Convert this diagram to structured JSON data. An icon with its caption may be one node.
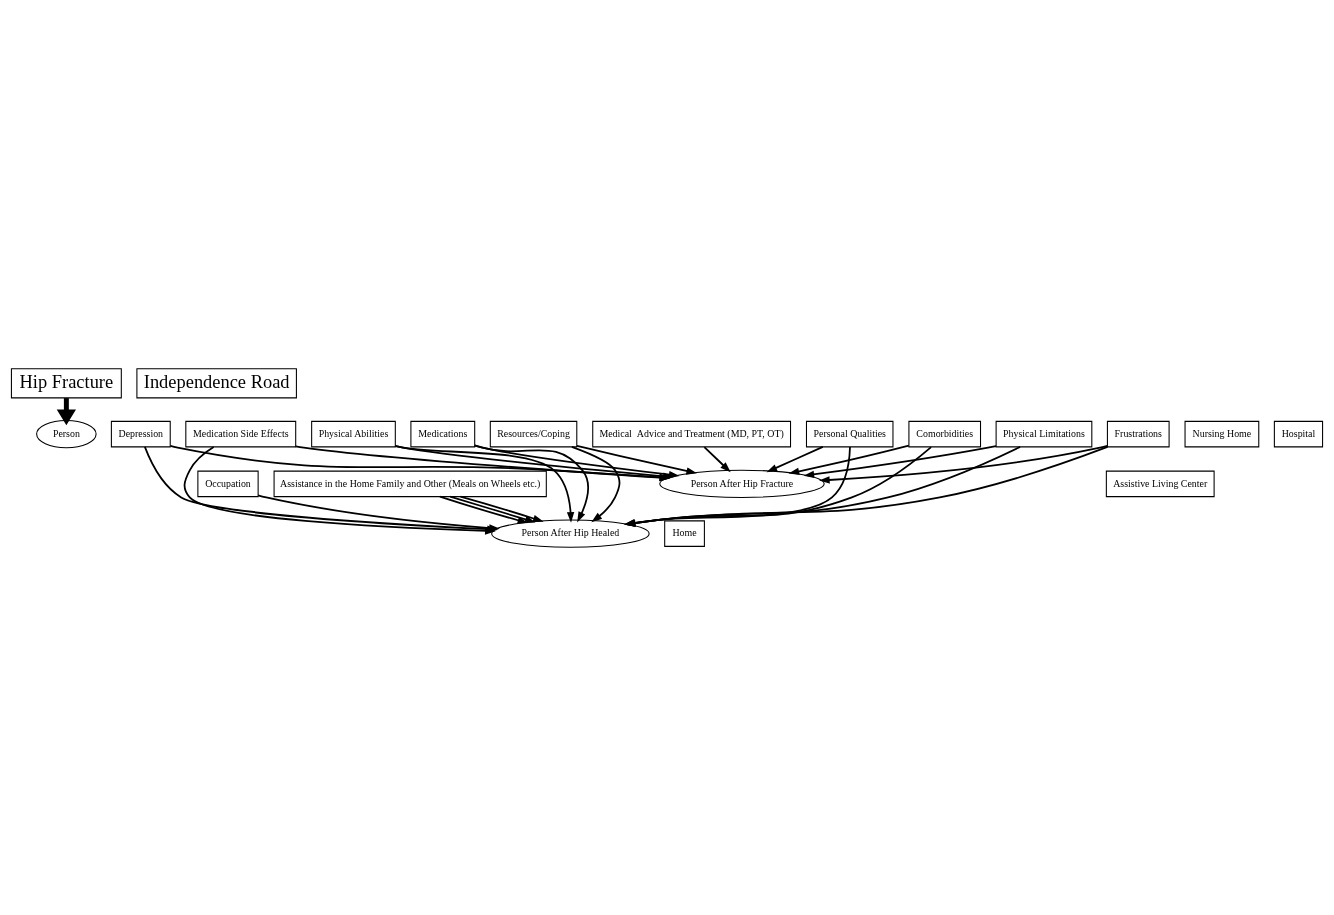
{
  "diagram": {
    "nodes": [
      {
        "text": [
          "Hip Fracture"
        ]
      },
      {
        "text": [
          "Comorbidities"
        ]
      },
      {
        "text": [
          "Physical Limitations"
        ]
      },
      {
        "text": [
          "Frustrations"
        ]
      },
      {
        "text": [
          "Independence Road"
        ]
      },
      {
        "text": [
          "Depression"
        ]
      },
      {
        "text": [
          "Medication Side Effects"
        ]
      },
      {
        "text": [
          "Person After Hip Healed"
        ]
      },
      {
        "text": [
          "Home"
        ]
      },
      {
        "text": [
          "Assistive Living Center"
        ]
      },
      {
        "text": [
          "Person After Hip Fracture"
        ]
      },
      {
        "text": [
          "Occupation"
        ]
      },
      {
        "text": [
          "Assistance in the Home Family and Other (Meals on Wheels etc.)"
        ]
      },
      {
        "text": [
          "Nursing Home"
        ]
      },
      {
        "text": [
          "Physical Abilities"
        ]
      },
      {
        "text": [
          "Person"
        ]
      },
      {
        "text": [
          "Medical  Advice and Treatment (MD, PT, OT)"
        ]
      },
      {
        "text": [
          "Medications"
        ]
      },
      {
        "text": [
          "Hospital"
        ]
      },
      {
        "text": [
          "Resources/Coping"
        ]
      },
      {
        "text": [
          "Personal Qualities"
        ]
      }
    ],
    "edges": [
      {
        "from": 0,
        "to": 15,
        "arrow": "to",
        "style": "thick"
      },
      {
        "from": 1,
        "to": 10,
        "arrow": "to"
      },
      {
        "from": 1,
        "to": 7,
        "arrow": "to"
      },
      {
        "from": 2,
        "to": 10,
        "arrow": "to"
      },
      {
        "from": 2,
        "to": 7,
        "arrow": "to"
      },
      {
        "from": 3,
        "to": 10,
        "arrow": "to"
      },
      {
        "from": 3,
        "to": 7,
        "arrow": "to"
      },
      {
        "from": 5,
        "to": 10,
        "arrow": "to"
      },
      {
        "from": 5,
        "to": 7,
        "arrow": "to"
      },
      {
        "from": 6,
        "to": 10,
        "arrow": "to"
      },
      {
        "from": 6,
        "to": 7,
        "arrow": "to"
      },
      {
        "from": 11,
        "to": 7,
        "arrow": "to"
      },
      {
        "from": 14,
        "to": 7,
        "arrow": "to"
      },
      {
        "from": 14,
        "to": 10,
        "arrow": "to"
      },
      {
        "from": 12,
        "to": 7,
        "arrow": "to"
      },
      {
        "from": 12,
        "to": 7,
        "arrow": "to"
      },
      {
        "from": 12,
        "to": 7,
        "arrow": "to"
      },
      {
        "from": 16,
        "to": 10,
        "arrow": "to"
      },
      {
        "from": 17,
        "to": 10,
        "arrow": "to"
      },
      {
        "from": 17,
        "to": 7,
        "arrow": "to"
      },
      {
        "from": 19,
        "to": 10,
        "arrow": "to"
      },
      {
        "from": 19,
        "to": 7,
        "arrow": "to"
      },
      {
        "from": 20,
        "to": 10,
        "arrow": "to"
      },
      {
        "from": 20,
        "to": 7,
        "arrow": "to"
      }
    ]
  }
}
